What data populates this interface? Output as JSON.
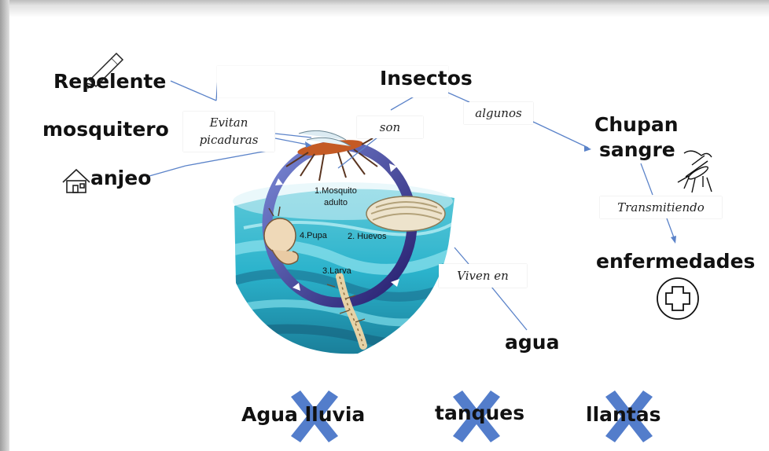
{
  "nodes": {
    "repelente": "Repelente",
    "mosquitero": "mosquitero",
    "anjeo": "anjeo",
    "insectos": "Insectos",
    "chupan_line1": "Chupan",
    "chupan_line2": "sangre",
    "enfermedades": "enfermedades",
    "agua": "agua",
    "agua_lluvia": "Agua lluvia",
    "tanques": "tanques",
    "llantas": "llantas"
  },
  "links": {
    "evitan_line1": "Evitan",
    "evitan_line2": "picaduras",
    "son": "son",
    "algunos": "algunos",
    "transmitiendo": "Transmitiendo",
    "viven_en": "Viven en"
  },
  "life_cycle": {
    "stage1_line1": "1.Mosquito",
    "stage1_line2": "adulto",
    "stage2": "2. Huevos",
    "stage3": "3.Larva",
    "stage4": "4.Pupa"
  },
  "colors": {
    "arrow": "#5b83c9",
    "cross": "#4472c4",
    "water_light": "#3fc1d4",
    "water_dark": "#1d8fa6",
    "cycle_ring": "#3a2f8a"
  },
  "icons": [
    "tube-icon",
    "house-icon",
    "mosquito-icon",
    "medical-cross-icon",
    "x-mark-icon"
  ]
}
